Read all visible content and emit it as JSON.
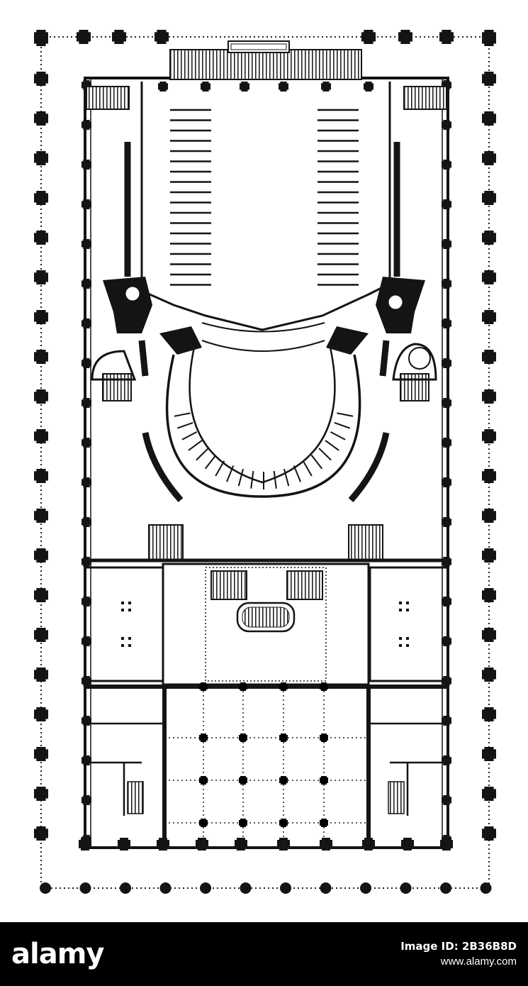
{
  "watermark": {
    "brand": "alamy",
    "image_id_label": "Image ID: 2B36B8D",
    "site": "www.alamy.com"
  },
  "plan": {
    "colors": {
      "ink": "#141414",
      "paper": "#ffffff",
      "hatch": "#222222"
    }
  }
}
